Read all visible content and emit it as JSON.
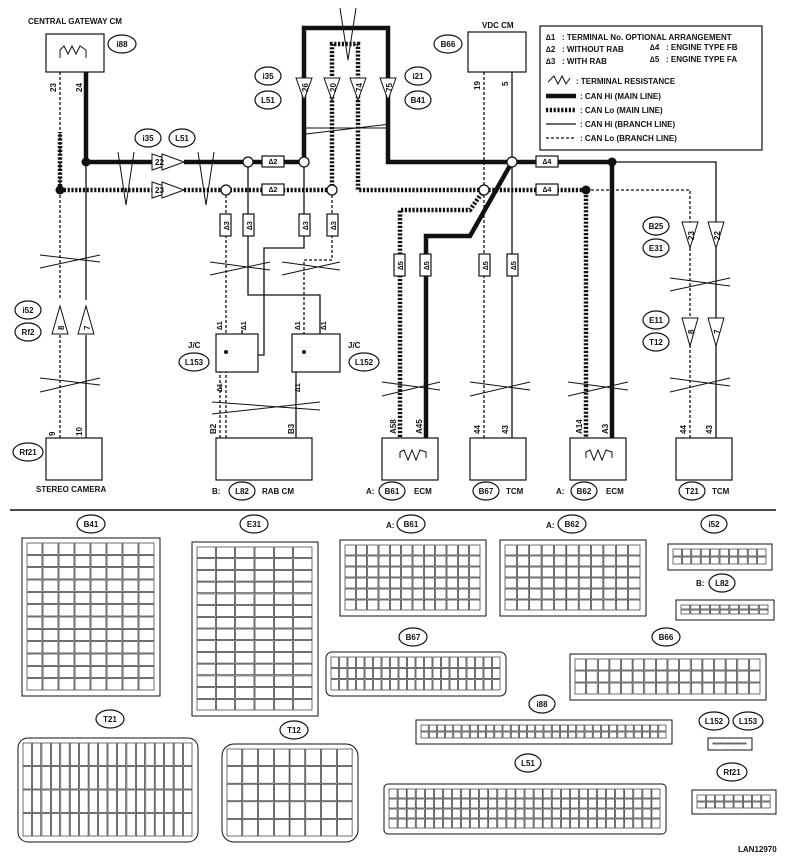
{
  "modules": {
    "gateway": "CENTRAL GATEWAY CM",
    "vdc": "VDC CM",
    "stereo": "STEREO CAMERA",
    "rab_prefix": "B:",
    "rab": "RAB CM",
    "ecm1_prefix": "A:",
    "ecm": "ECM",
    "ecm2_prefix": "A:",
    "tcm1": "TCM",
    "tcm2": "TCM",
    "jc1": "J/C",
    "jc2": "J/C"
  },
  "legend": {
    "n1": "∆1",
    "t1": ": TERMINAL No. OPTIONAL ARRANGEMENT",
    "n2": "∆2",
    "t2": ": WITHOUT RAB",
    "n3": "∆3",
    "t3": ": WITH RAB",
    "n4": "∆4",
    "t4": ": ENGINE TYPE FB",
    "n5": "∆5",
    "t5": ": ENGINE TYPE FA",
    "res": ": TERMINAL RESISTANCE",
    "canhi_main": ": CAN Hi (MAIN LINE)",
    "canlo_main": ": CAN Lo (MAIN LINE)",
    "canhi_branch": ": CAN Hi (BRANCH LINE)",
    "canlo_branch": ": CAN Lo (BRANCH LINE)"
  },
  "connectors": {
    "i88": "i88",
    "B66": "B66",
    "i35": "i35",
    "L51": "L51",
    "i21": "i21",
    "B41": "B41",
    "i35b": "i35",
    "L51b": "L51",
    "i52": "i52",
    "Rf2": "Rf2",
    "L153": "L153",
    "L152": "L152",
    "B25": "B25",
    "E31": "E31",
    "E11": "E11",
    "T12": "T12",
    "Rf21": "Rf21",
    "L82": "L82",
    "B61": "B61",
    "B67": "B67",
    "B62": "B62",
    "T21": "T21"
  },
  "pins": {
    "gw23": "23",
    "gw24": "24",
    "vdc19": "19",
    "vdc5": "5",
    "b26": "26",
    "b20": "20",
    "b74": "74",
    "b75": "75",
    "j22": "22",
    "j23": "23",
    "i8": "8",
    "i7": "7",
    "t23": "23",
    "t22": "22",
    "t8": "8",
    "t7": "7",
    "sc9": "9",
    "sc10": "10",
    "rB2": "B2",
    "rB3": "B3",
    "eA58": "A58",
    "eA45": "A45",
    "m44": "44",
    "m43": "43",
    "eA14": "A14",
    "eA3": "A3",
    "n44": "44",
    "n43": "43"
  },
  "marks": {
    "s2a": "∆2",
    "s2b": "∆2",
    "s4a": "∆4",
    "s4b": "∆4",
    "s3a": "∆3",
    "s3b": "∆3",
    "s3c": "∆3",
    "s3d": "∆3",
    "s5a": "∆5",
    "s5b": "∆5",
    "s5c": "∆5",
    "s5d": "∆5",
    "s1a": "∆1",
    "s1b": "∆1",
    "s1c": "∆1",
    "s1d": "∆1",
    "s1e": "∆1",
    "s1f": "∆1"
  },
  "pinouts": {
    "B41": "B41",
    "E31": "E31",
    "B61_prefix": "A:",
    "B61": "B61",
    "B62_prefix": "A:",
    "B62": "B62",
    "i52": "i52",
    "L82_prefix": "B:",
    "L82": "L82",
    "B67": "B67",
    "B66": "B66",
    "T21": "T21",
    "T12": "T12",
    "i88": "i88",
    "L152": "L152",
    "L153": "L153",
    "L51": "L51",
    "Rf21": "Rf21"
  },
  "footer": {
    "code": "LAN12970"
  }
}
